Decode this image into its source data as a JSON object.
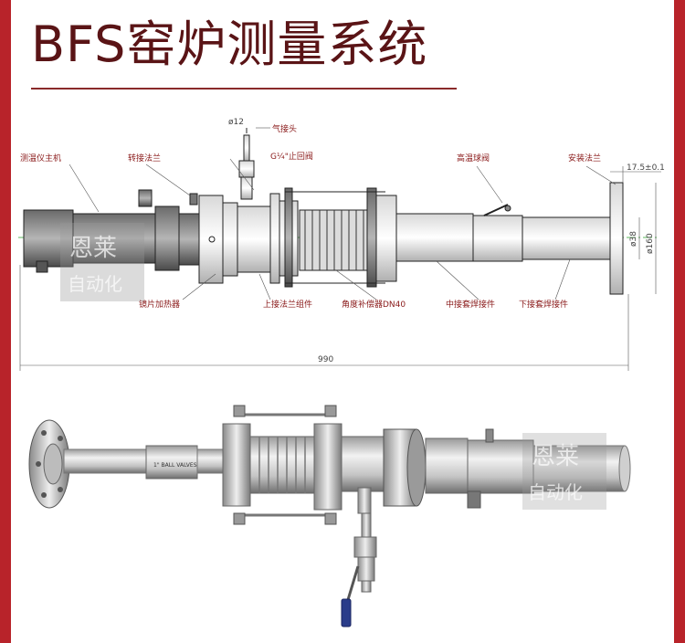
{
  "page": {
    "title": "BFS窑炉测量系统",
    "accent_color": "#b8232a"
  },
  "drawing": {
    "labels": {
      "thermometer_host": "测温仪主机",
      "adapter_flange": "转接法兰",
      "diameter_12": "ø12",
      "gas_fitting": "气接头",
      "check_valve": "G¼\"止回阀",
      "high_temp_ball_valve": "高温球阀",
      "mount_flange": "安装法兰",
      "tolerance": "17.5±0.1",
      "lens_heater": "镜片加热器",
      "upper_flange_assembly": "上接法兰组件",
      "angle_compensator": "角度补偿器DN40",
      "middle_weld_fitting": "中接套焊接件",
      "lower_weld_fitting": "下接套焊接件",
      "diameter_38": "ø38",
      "diameter_160": "ø160",
      "total_length": "990"
    },
    "watermark": {
      "line1": "恩莱",
      "line2": "自动化"
    }
  },
  "photo": {
    "valve_label": "1\" BALL VALVES",
    "watermark": {
      "line1": "恩莱",
      "line2": "自动化"
    }
  }
}
